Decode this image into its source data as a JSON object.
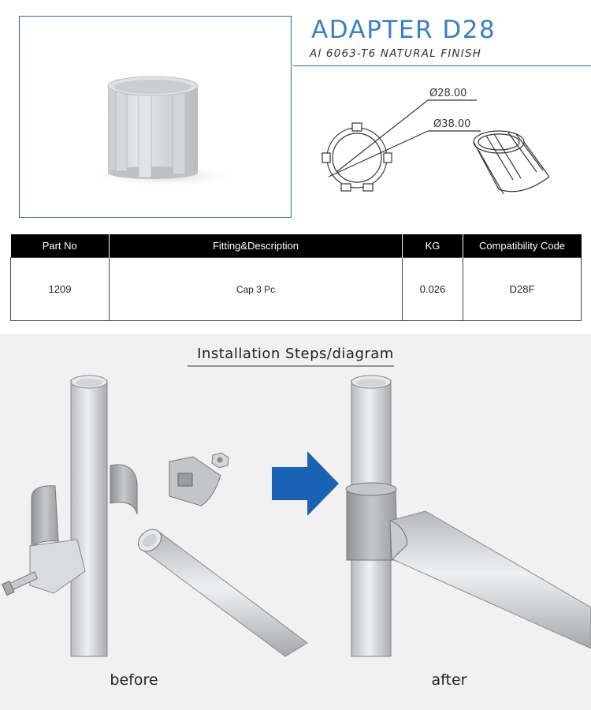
{
  "header": {
    "title": "ADAPTER D28",
    "subtitle": "Al 6063-T6 NATURAL FINISH"
  },
  "drawing": {
    "inner_diameter_label": "Ø28.00",
    "outer_diameter_label": "Ø38.00"
  },
  "table": {
    "headers": [
      "Part No",
      "Fitting&Description",
      "KG",
      "Compatibility Code"
    ],
    "rows": [
      [
        "1209",
        "Cap 3 Pc",
        "0.026",
        "D28F"
      ]
    ]
  },
  "installation": {
    "title": "Installation Steps/diagram",
    "before_label": "before",
    "after_label": "after"
  },
  "colors": {
    "accent_blue": "#3a7fc6",
    "frame_blue": "#2f5fa8",
    "arrow_blue": "#1a63b4",
    "table_header": "#000000",
    "section_bg": "#f1f1f1"
  }
}
